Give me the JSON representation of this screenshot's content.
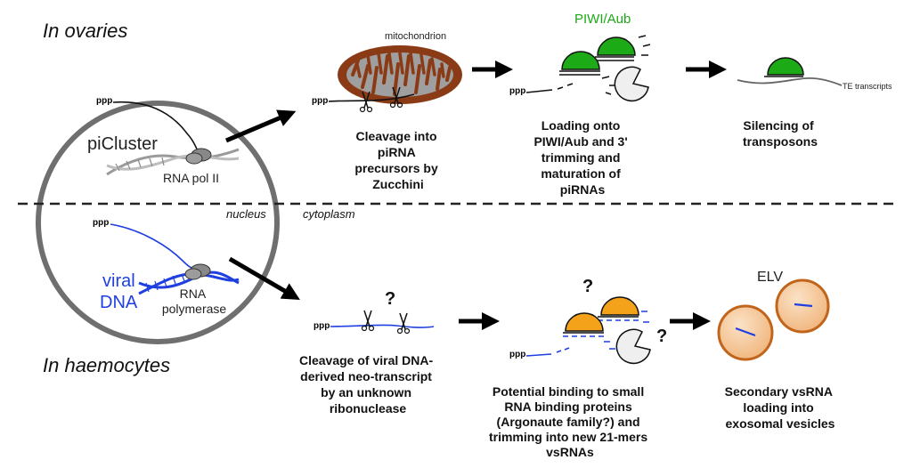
{
  "sections": {
    "ovaries": "In ovaries",
    "haemocytes": "In haemocytes"
  },
  "compartments": {
    "nucleus": "nucleus",
    "cytoplasm": "cytoplasm"
  },
  "ppp": "ppp",
  "top": {
    "picluster": "piCluster",
    "rna_pol": "RNA pol II",
    "mitochondrion": "mitochondrion",
    "piwi_aub": "PIWI/Aub",
    "te_transcripts": "TE transcripts",
    "captions": [
      [
        "Cleavage into",
        "piRNA",
        "precursors by",
        "Zucchini"
      ],
      [
        "Loading onto",
        "PIWI/Aub and 3'",
        "trimming and",
        "maturation of",
        "piRNAs"
      ],
      [
        "Silencing of",
        "transposons"
      ]
    ]
  },
  "bottom": {
    "viral": "viral",
    "dna": "DNA",
    "rna_polymerase": [
      "RNA",
      "polymerase"
    ],
    "question_mark": "?",
    "elv": "ELV",
    "captions": [
      [
        "Cleavage of viral DNA-",
        "derived neo-transcript",
        "by an unknown",
        "ribonuclease"
      ],
      [
        "Potential binding to small",
        "RNA binding proteins",
        "(Argonaute family?) and",
        "trimming into new 21-mers",
        "vsRNAs"
      ],
      [
        "Secondary vsRNA",
        "loading into",
        "exosomal vesicles"
      ]
    ]
  },
  "colors": {
    "green": "#1daa17",
    "orange": "#f5a21b",
    "blue": "#1f3fe0",
    "mito": "#8b3a16",
    "vesicle": "#f3c69a",
    "vesicle_edge": "#c0651b"
  }
}
